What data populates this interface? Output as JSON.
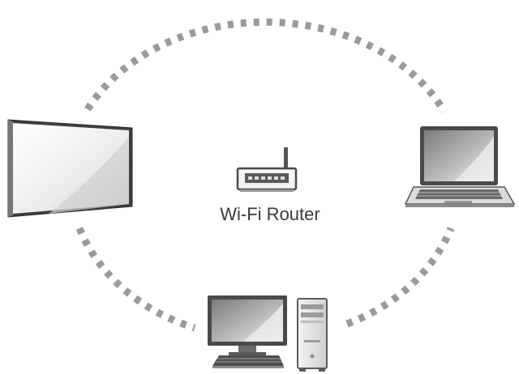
{
  "router": {
    "label": "Wi-Fi Router",
    "icon": "wifi-router-icon"
  },
  "devices": [
    {
      "name": "tv-icon",
      "kind": "television"
    },
    {
      "name": "laptop-icon",
      "kind": "laptop"
    },
    {
      "name": "desktop-computer-icon",
      "kind": "desktop computer"
    }
  ],
  "colors": {
    "dots": "#9a9a9a",
    "outline": "#4a4a4a",
    "screen_dark": "#8c8c8c",
    "screen_light": "#e6e6e6",
    "body_light": "#e9e9e9"
  }
}
